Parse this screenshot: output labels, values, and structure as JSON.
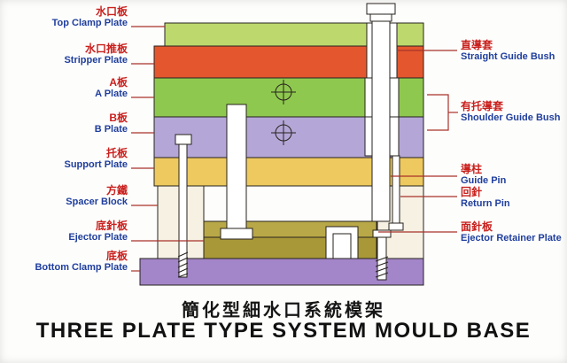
{
  "titles": {
    "zh": "簡化型細水口系統模架",
    "en": "THREE PLATE TYPE SYSTEM MOULD BASE"
  },
  "left_labels": [
    {
      "zh": "水口板",
      "en": "Top Clamp Plate"
    },
    {
      "zh": "水口推板",
      "en": "Stripper Plate"
    },
    {
      "zh": "A板",
      "en": "A Plate"
    },
    {
      "zh": "B板",
      "en": "B Plate"
    },
    {
      "zh": "托板",
      "en": "Support Plate"
    },
    {
      "zh": "方鐵",
      "en": "Spacer Block"
    },
    {
      "zh": "底針板",
      "en": "Ejector Plate"
    },
    {
      "zh": "底板",
      "en": "Bottom Clamp Plate"
    }
  ],
  "right_labels": [
    {
      "zh": "直導套",
      "en": "Straight Guide Bush"
    },
    {
      "zh": "有托導套",
      "en": "Shoulder Guide Bush"
    },
    {
      "zh": "導柱",
      "en": "Guide Pin"
    },
    {
      "zh": "回針",
      "en": "Return Pin"
    },
    {
      "zh": "面針板",
      "en": "Ejector Retainer Plate"
    }
  ],
  "colors": {
    "top_clamp_plate": "#bdd96e",
    "stripper_plate": "#e4572e",
    "a_plate": "#8fc84f",
    "b_plate": "#b4a6d6",
    "support_plate": "#edc95f",
    "spacer_block": "#f6f1e3",
    "ejector_retainer_plate": "#b9a847",
    "ejector_plate": "#a99838",
    "bottom_clamp_plate": "#a385c9",
    "leader_line": "#a8322a",
    "zh_text": "#c9211e",
    "en_text": "#1f3e9e"
  }
}
